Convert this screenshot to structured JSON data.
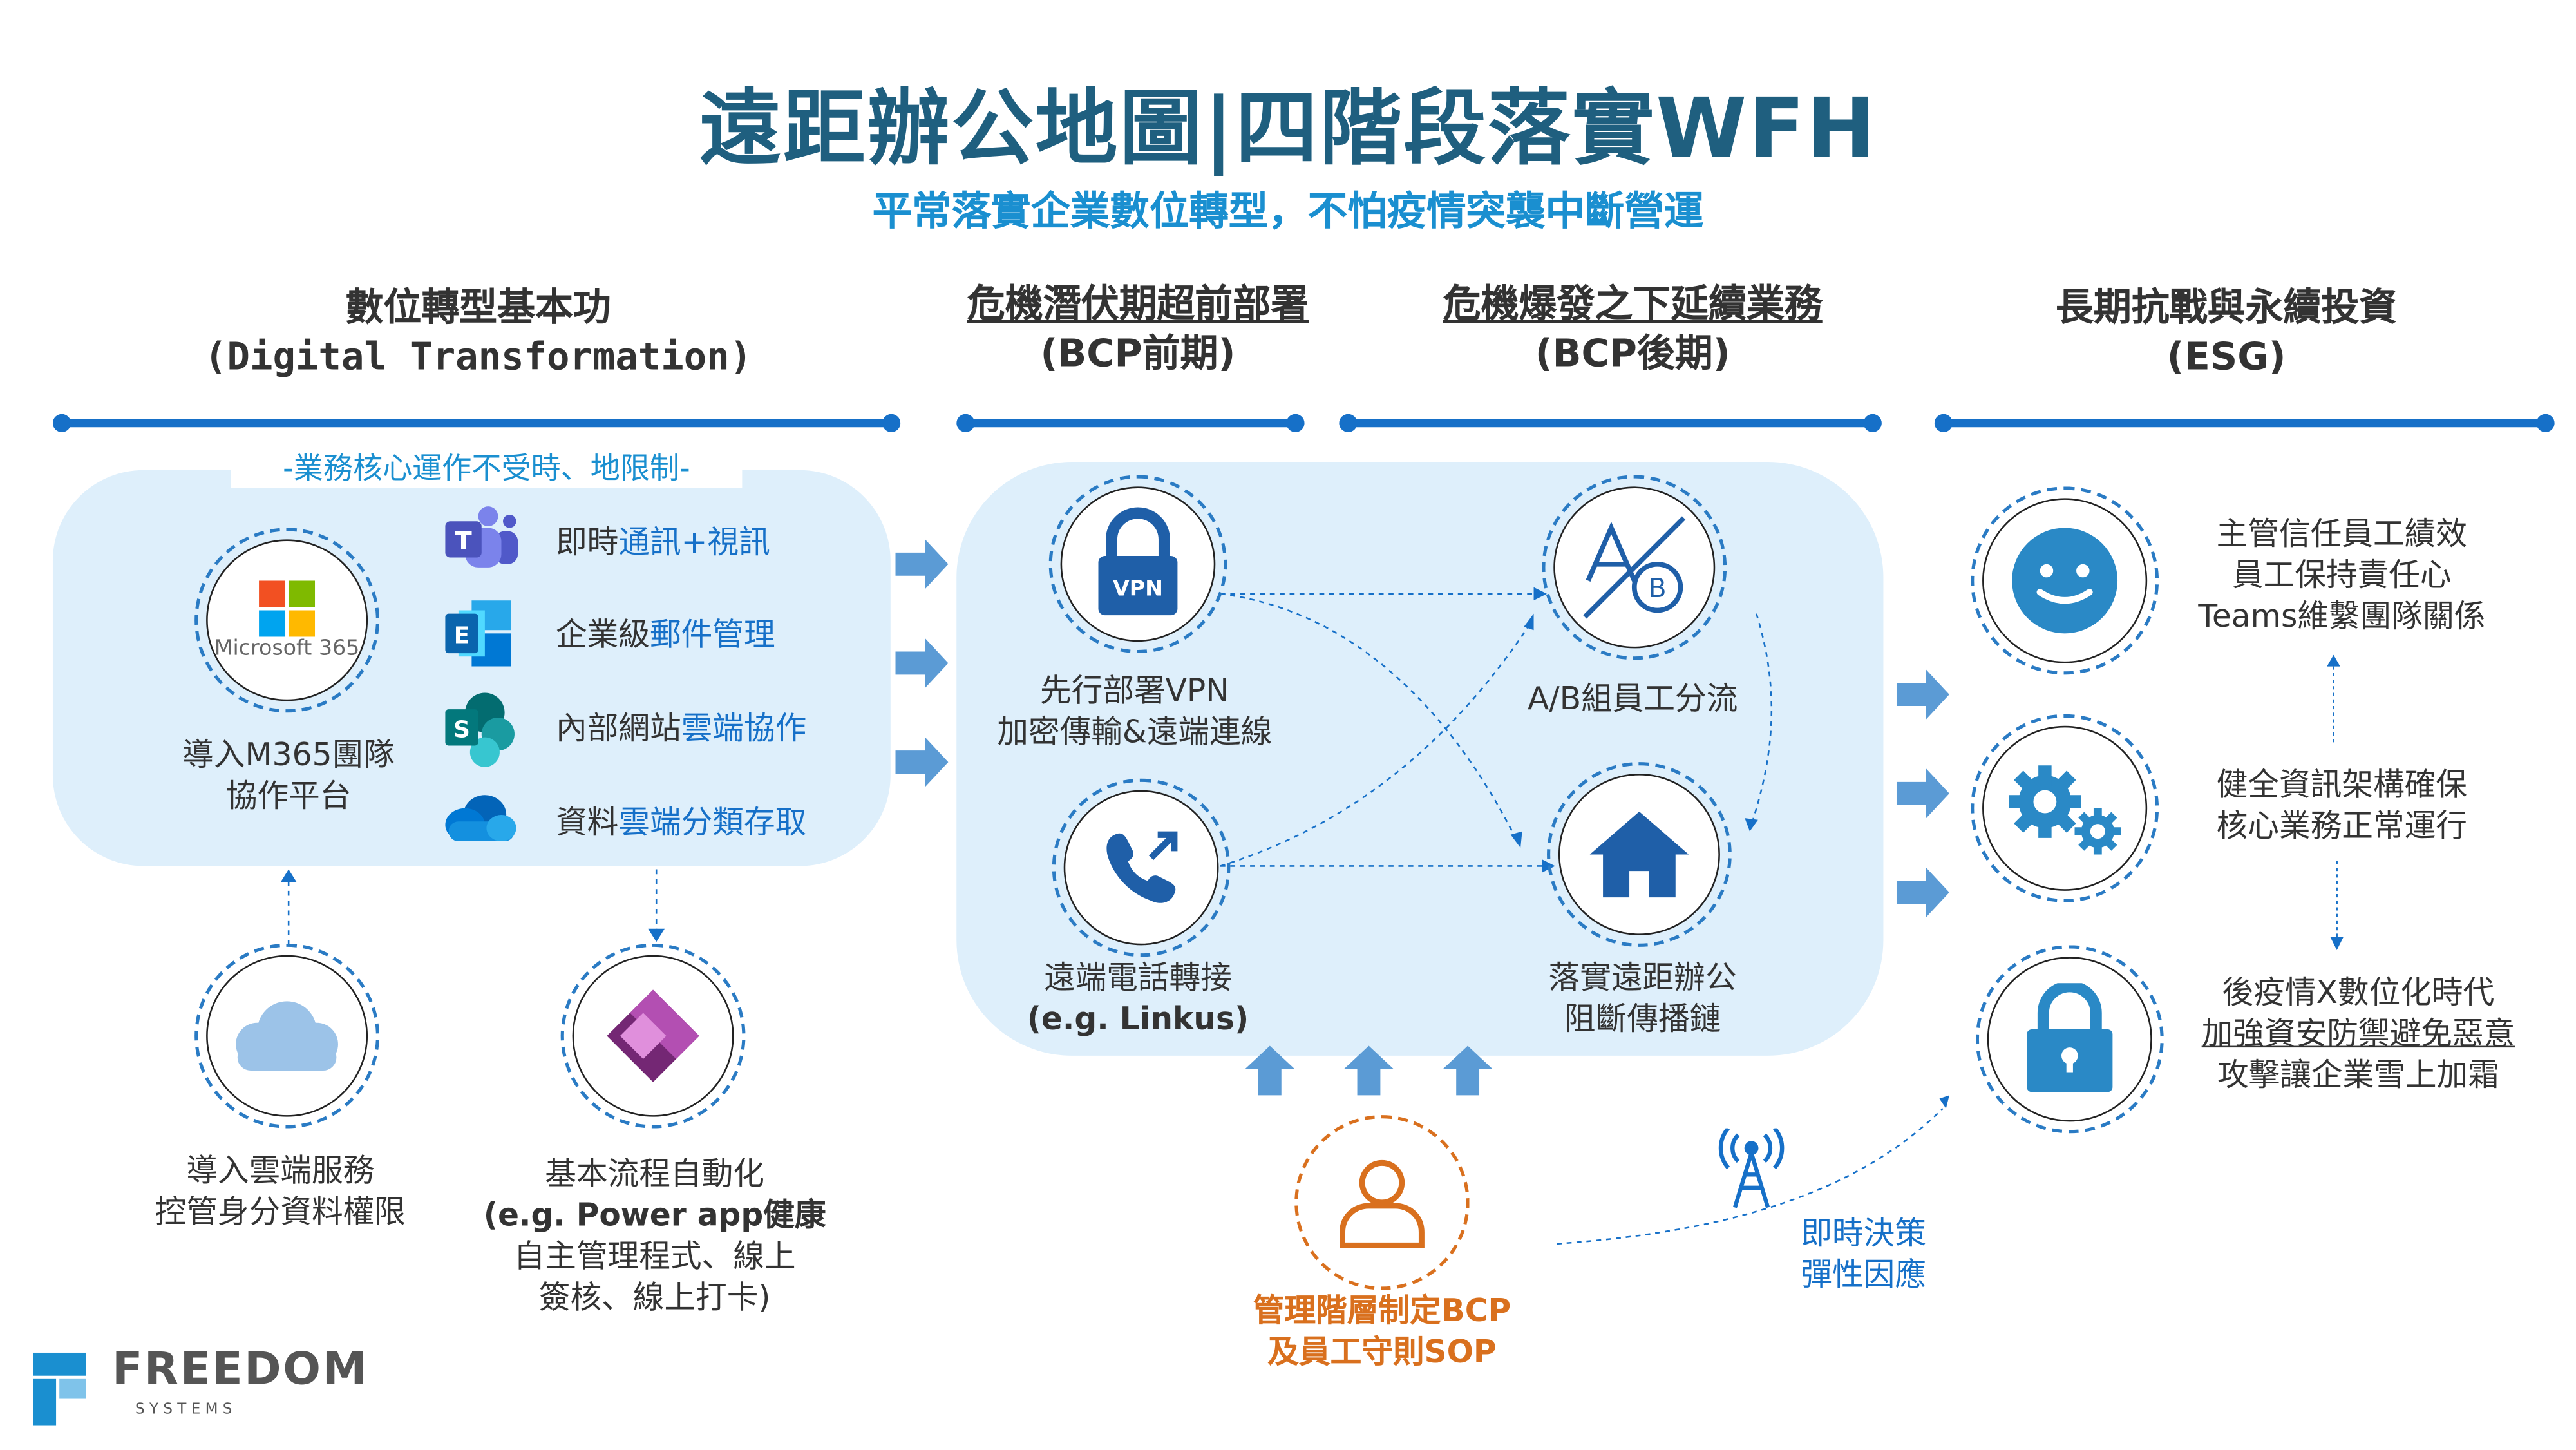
{
  "title": "遠距辦公地圖|四階段落實WFH",
  "subtitle": "平常落實企業數位轉型，不怕疫情突襲中斷營運",
  "phases": [
    {
      "title": "數位轉型基本功",
      "subtitle": "(Digital Transformation)"
    },
    {
      "title": "危機潛伏期超前部署",
      "subtitle": "(BCP前期)"
    },
    {
      "title": "危機爆發之下延續業務",
      "subtitle": "(BCP後期)"
    },
    {
      "title": "長期抗戰與永續投資",
      "subtitle": "(ESG)"
    }
  ],
  "phase1": {
    "banner": "-業務核心運作不受時、地限制-",
    "m365_logo": "Microsoft 365",
    "m365_caption": [
      "導入M365團隊",
      "協作平台"
    ],
    "apps": [
      {
        "icon": "teams-icon",
        "prefix": "即時",
        "highlight": "通訊+視訊"
      },
      {
        "icon": "exchange-icon",
        "prefix": "企業級",
        "highlight": "郵件管理"
      },
      {
        "icon": "sharepoint-icon",
        "prefix": "內部網站",
        "highlight": "雲端協作"
      },
      {
        "icon": "onedrive-icon",
        "prefix": "資料",
        "highlight": "雲端分類存取"
      }
    ],
    "cloud_caption": [
      "導入雲端服務",
      "控管身分資料權限"
    ],
    "powerapps_caption": [
      "基本流程自動化",
      "(e.g. Power app健康",
      "自主管理程式、線上",
      "簽核、線上打卡)"
    ]
  },
  "phase23": {
    "vpn_label": "VPN",
    "vpn_caption": [
      "先行部署VPN",
      "加密傳輸&遠端連線"
    ],
    "ab_caption": "A/B組員工分流",
    "phone_caption": [
      "遠端電話轉接",
      "(e.g. Linkus)"
    ],
    "home_caption": [
      "落實遠距辦公",
      "阻斷傳播鏈"
    ],
    "management_caption": [
      "管理階層制定BCP",
      "及員工守則SOP"
    ],
    "decision_caption": [
      "即時決策",
      "彈性因應"
    ]
  },
  "phase4": {
    "items": [
      {
        "icon": "smile-icon",
        "lines": [
          "主管信任員工績效",
          "員工保持責任心",
          "Teams維繫團隊關係"
        ]
      },
      {
        "icon": "gears-icon",
        "lines": [
          "健全資訊架構確保",
          "核心業務正常運行"
        ]
      },
      {
        "icon": "lock-icon",
        "lines": [
          "後疫情X數位化時代",
          "加強資安防禦避免惡意",
          "攻擊讓企業雪上加霜"
        ]
      }
    ]
  },
  "logo": {
    "name": "FREEDOM",
    "tagline": "S Y S T E M S"
  },
  "colors": {
    "title": "#1f5f7f",
    "accent": "#1670c8",
    "panel": "#deeffb",
    "orange": "#d9701e",
    "arrow": "#5b9bd5"
  }
}
